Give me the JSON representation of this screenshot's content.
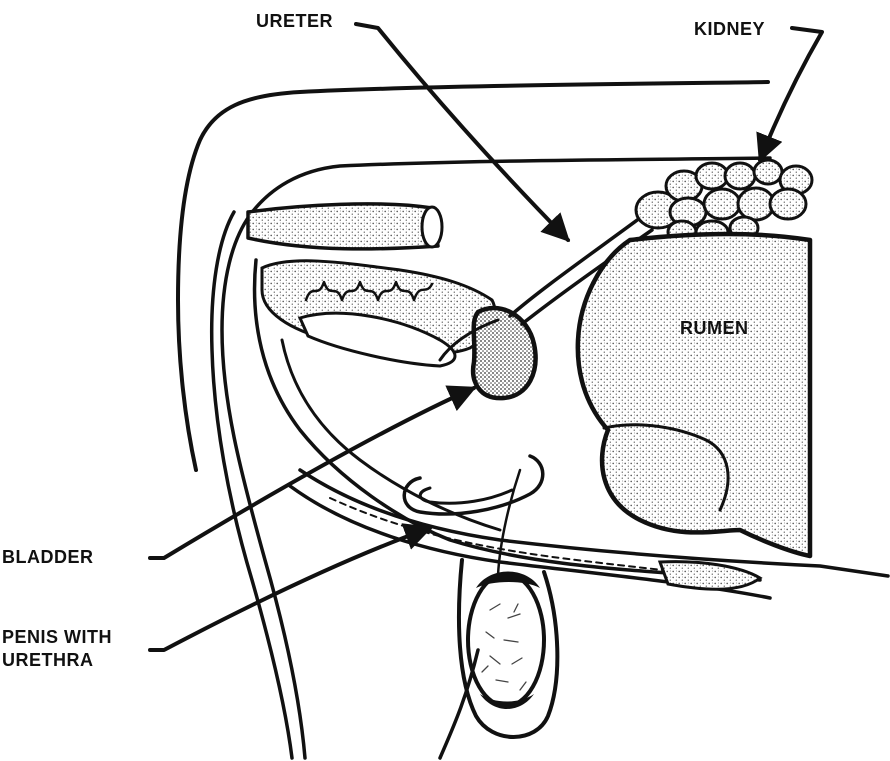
{
  "labels": {
    "ureter": "URETER",
    "kidney": "KIDNEY",
    "rumen": "RUMEN",
    "bladder": "BLADDER",
    "penis_line1": "PENIS WITH",
    "penis_line2": "URETHRA"
  },
  "colors": {
    "ink": "#111111",
    "background": "#ffffff",
    "stipple": "#555555"
  }
}
